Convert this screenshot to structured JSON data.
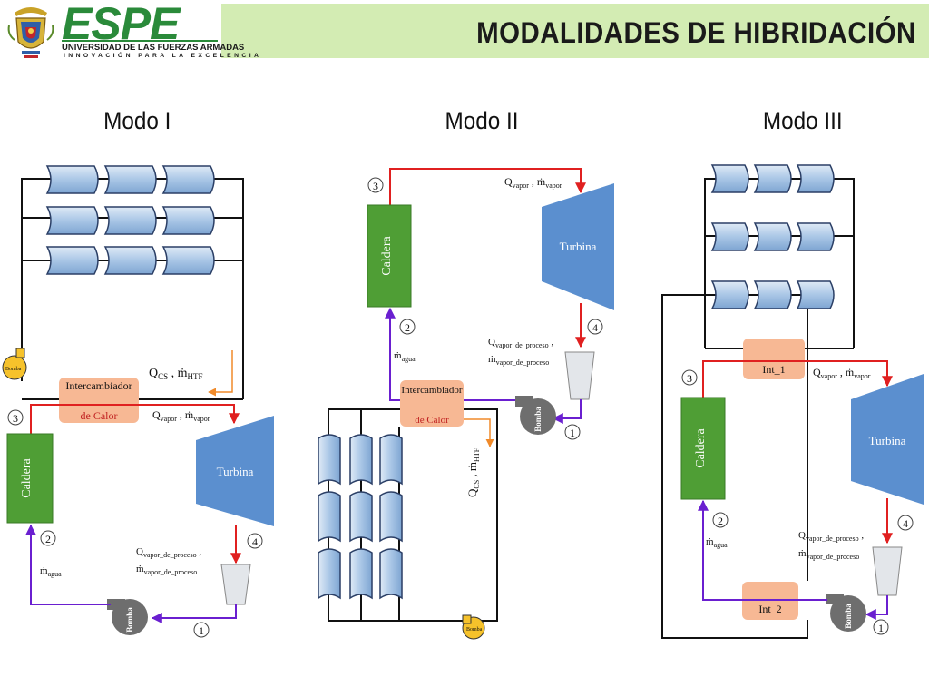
{
  "header": {
    "title": "MODALIDADES DE HIBRIDACIÓN",
    "logo_text": "ESPE",
    "university": "UNIVERSIDAD DE LAS FUERZAS ARMADAS",
    "motto": "INNOVACIÓN PARA LA EXCELENCIA",
    "band_color": "#d3ecb3",
    "logo_color": "#2a8a3a"
  },
  "modes": [
    {
      "title": "Modo I"
    },
    {
      "title": "Modo II"
    },
    {
      "title": "Modo III"
    }
  ],
  "labels": {
    "caldera": "Caldera",
    "turbina": "Turbina",
    "bomba": "Bomba",
    "intercambiador_1": "Intercambiador",
    "intercambiador_2": "de Calor",
    "int_1": "Int_1",
    "int_2": "Int_2",
    "q_cs": "Q",
    "q_cs_sub": "CS",
    "m_htf": "ṁ",
    "m_htf_sub": "HTF",
    "q_vapor": "Q",
    "q_vapor_sub": "vapor",
    "m_vapor": "ṁ",
    "m_vapor_sub": "vapor",
    "q_proceso": "Q",
    "q_proceso_sub": "vapor_de_proceso",
    "m_proceso": "ṁ",
    "m_proceso_sub": "vapor_de_proceso",
    "m_agua": "ṁ",
    "m_agua_sub": "agua",
    "comma": ",",
    "state_1": "1",
    "state_2": "2",
    "state_3": "3",
    "state_4": "4"
  },
  "colors": {
    "red_line": "#e02020",
    "purple_line": "#6a1fd0",
    "orange_line": "#f08a2a",
    "caldera": "#4f9e35",
    "turbina": "#5b8fcf",
    "intercambiador": "#f7b894",
    "bomba_gray": "#6e6e6e",
    "bomba_yellow": "#f6c22b",
    "collector": "#a9c6e6"
  }
}
